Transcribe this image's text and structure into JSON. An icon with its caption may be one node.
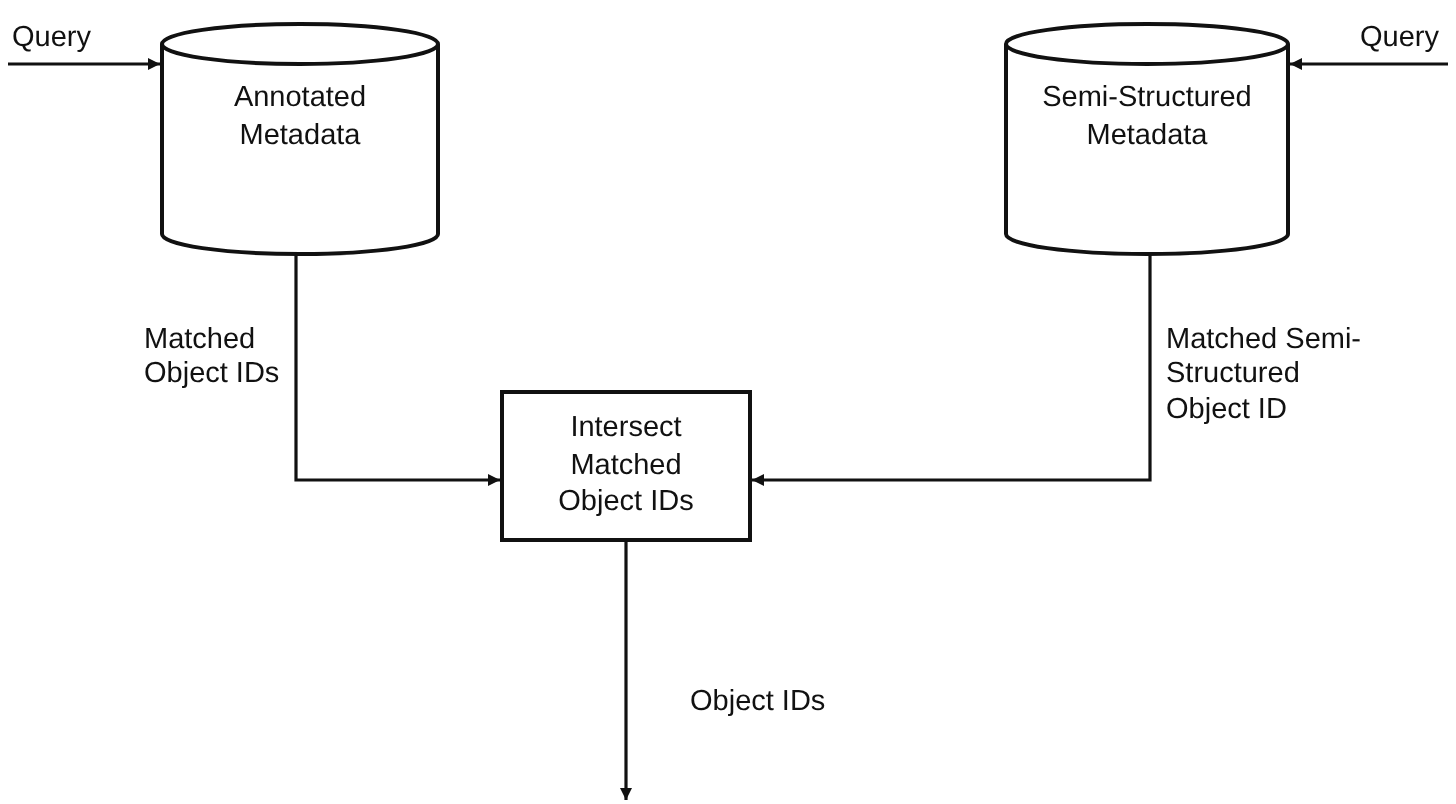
{
  "diagram": {
    "nodes": [
      {
        "text": [
          "Annotated Metadata"
        ]
      },
      {
        "text": [
          "Semi-Structured Metadata"
        ]
      },
      {
        "text": [
          "Intersect Matched Object IDs"
        ]
      }
    ],
    "edges": [
      {
        "from": null,
        "to": 0,
        "arrow": "to",
        "label": "Query"
      },
      {
        "from": null,
        "to": 1,
        "arrow": "to",
        "label": "Query"
      },
      {
        "from": 0,
        "to": 2,
        "arrow": "to",
        "label": "Matched Object IDs"
      },
      {
        "from": 1,
        "to": 2,
        "arrow": "to",
        "label": "Matched Semi-Structured Object ID"
      },
      {
        "from": 2,
        "to": null,
        "arrow": "to",
        "label": "Object IDs"
      }
    ]
  }
}
